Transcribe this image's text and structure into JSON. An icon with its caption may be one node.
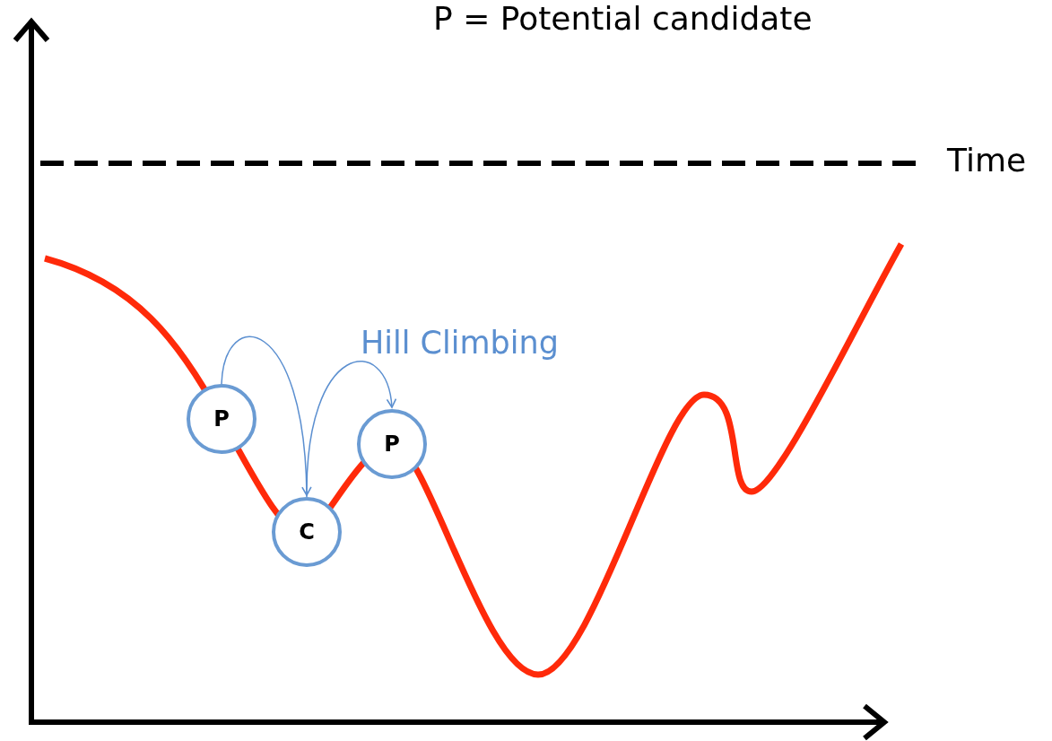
{
  "diagram": {
    "nodes": [
      {
        "text": [
          "P"
        ]
      },
      {
        "text": [
          "C"
        ]
      },
      {
        "text": [
          "P"
        ]
      }
    ],
    "edges": [
      {
        "from": 0,
        "to": 1,
        "arrow": "to"
      },
      {
        "from": 1,
        "to": 2,
        "arrow": "to"
      }
    ],
    "labels": [
      "P = Potential candidate",
      "Time",
      "Hill Climbing"
    ]
  }
}
